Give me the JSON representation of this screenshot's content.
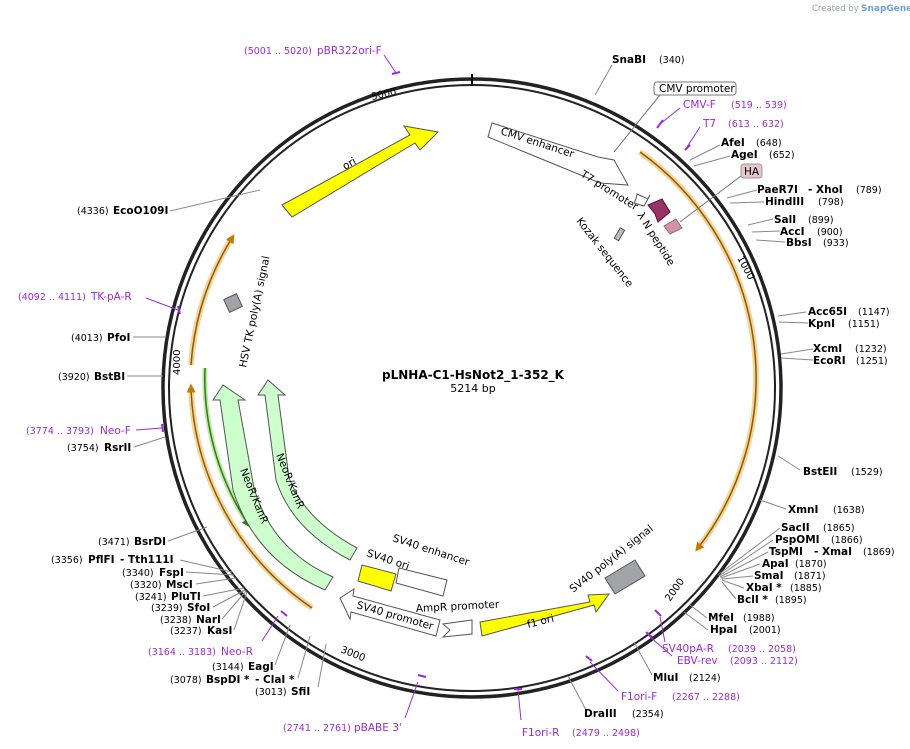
{
  "credit": {
    "text": "Created by",
    "brand": "SnapGene"
  },
  "plasmid": {
    "name": "pLNHA-C1-HsNot2_1-352_K",
    "size": "5214 bp"
  },
  "ticks": [
    "1000",
    "2000",
    "3000",
    "4000",
    "5000"
  ],
  "features": {
    "cmv_promoter": "CMV promoter",
    "cmv_enhancer": "CMV enhancer",
    "t7_promoter": "T7 promoter",
    "lambda_n": "λ N peptide",
    "kozak": "Kozak sequence",
    "ha": "HA",
    "ori": "ori",
    "hsv_tk": "HSV TK poly(A) signal",
    "neor1": "NeoR/KanR",
    "neor2": "NeoR/KanR",
    "sv40_ori": "SV40 ori",
    "sv40_enh": "SV40 enhancer",
    "sv40_prom": "SV40 promoter",
    "ampr_prom": "AmpR promoter",
    "f1_ori": "f1 ori",
    "sv40_polya": "SV40 poly(A) signal"
  },
  "sites_right": [
    {
      "name": "SnaBI",
      "pos": "(340)"
    },
    {
      "name": "AfeI",
      "pos": "(648)"
    },
    {
      "name": "AgeI",
      "pos": "(652)"
    },
    {
      "name": "PaeR7I",
      "extra": "- XhoI",
      "pos": "(789)"
    },
    {
      "name": "HindIII",
      "pos": "(798)"
    },
    {
      "name": "SalI",
      "pos": "(899)"
    },
    {
      "name": "AccI",
      "pos": "(900)"
    },
    {
      "name": "BbsI",
      "pos": "(933)"
    },
    {
      "name": "Acc65I",
      "pos": "(1147)"
    },
    {
      "name": "KpnI",
      "pos": "(1151)"
    },
    {
      "name": "XcmI",
      "pos": "(1232)"
    },
    {
      "name": "EcoRI",
      "pos": "(1251)"
    },
    {
      "name": "BstEII",
      "pos": "(1529)"
    },
    {
      "name": "XmnI",
      "pos": "(1638)"
    },
    {
      "name": "SacII",
      "pos": "(1865)"
    },
    {
      "name": "PspOMI",
      "pos": "(1866)"
    },
    {
      "name": "TspMI",
      "extra": "- XmaI",
      "pos": "(1869)"
    },
    {
      "name": "ApaI",
      "pos": "(1870)"
    },
    {
      "name": "SmaI",
      "pos": "(1871)"
    },
    {
      "name": "XbaI *",
      "pos": "(1885)"
    },
    {
      "name": "BclI *",
      "pos": "(1895)"
    },
    {
      "name": "MfeI",
      "pos": "(1988)"
    },
    {
      "name": "HpaI",
      "pos": "(2001)"
    },
    {
      "name": "MluI",
      "pos": "(2124)"
    },
    {
      "name": "DraIII",
      "pos": "(2354)"
    }
  ],
  "sites_left": [
    {
      "name": "EcoO109I",
      "pos": "(4336)"
    },
    {
      "name": "PfoI",
      "pos": "(4013)"
    },
    {
      "name": "BstBI",
      "pos": "(3920)"
    },
    {
      "name": "RsrII",
      "pos": "(3754)"
    },
    {
      "name": "BsrDI",
      "pos": "(3471)"
    },
    {
      "name": "PflFI",
      "extra": "- Tth111I",
      "pos": "(3356)"
    },
    {
      "name": "FspI",
      "pos": "(3340)"
    },
    {
      "name": "MscI",
      "pos": "(3320)"
    },
    {
      "name": "PluTI",
      "pos": "(3241)"
    },
    {
      "name": "SfoI",
      "pos": "(3239)"
    },
    {
      "name": "NarI",
      "pos": "(3238)"
    },
    {
      "name": "KasI",
      "pos": "(3237)"
    },
    {
      "name": "EagI",
      "pos": "(3144)"
    },
    {
      "name": "BspDI *",
      "extra": "- ClaI *",
      "pos": "(3078)"
    },
    {
      "name": "SfiI",
      "pos": "(3013)"
    }
  ],
  "primers": [
    {
      "name": "pBR322ori-F",
      "pos": "(5001 .. 5020)"
    },
    {
      "name": "CMV-F",
      "pos": "(519 .. 539)"
    },
    {
      "name": "T7",
      "pos": "(613 .. 632)"
    },
    {
      "name": "TK-pA-R",
      "pos": "(4092 .. 4111)"
    },
    {
      "name": "Neo-F",
      "pos": "(3774 .. 3793)"
    },
    {
      "name": "Neo-R",
      "pos": "(3164 .. 3183)"
    },
    {
      "name": "pBABE 3'",
      "pos": "(2741 .. 2761)"
    },
    {
      "name": "SV40pA-R",
      "pos": "(2039 .. 2058)"
    },
    {
      "name": "EBV-rev",
      "pos": "(2093 .. 2112)"
    },
    {
      "name": "F1ori-F",
      "pos": "(2267 .. 2288)"
    },
    {
      "name": "F1ori-R",
      "pos": "(2479 .. 2498)"
    }
  ],
  "colors": {
    "primer": "#9a2bd6",
    "ori": "#ffff00",
    "neo": "#ccffcc",
    "orf": "#e6a23c",
    "polya": "#a0a4a8",
    "lambda": "#993366",
    "hatag": "#e8c4cc"
  }
}
